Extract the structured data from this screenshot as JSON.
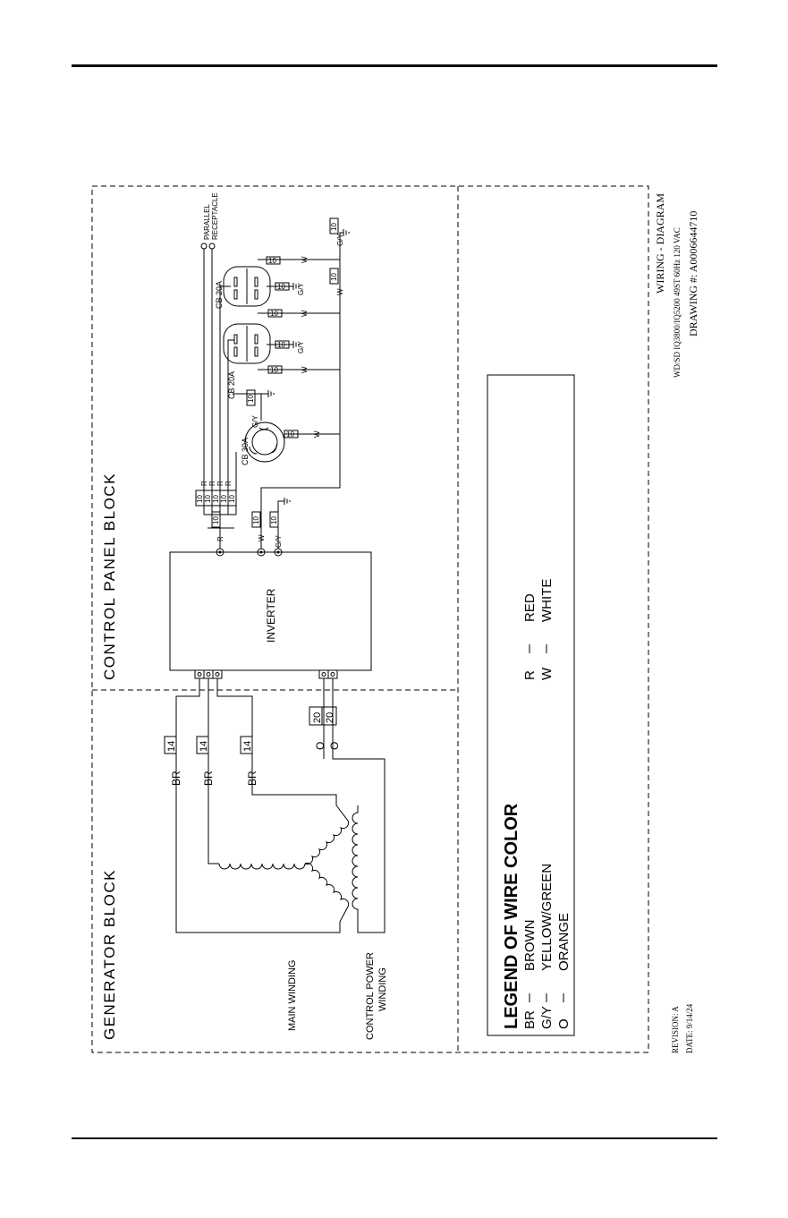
{
  "diagram": {
    "generator_block": "GENERATOR BLOCK",
    "control_panel_block": "CONTROL PANEL BLOCK",
    "inverter": "INVERTER",
    "main_winding": "MAIN WINDING",
    "control_power_winding_1": "CONTROL POWER",
    "control_power_winding_2": "WINDING",
    "parallel_receptacle_1": "PARALLEL",
    "parallel_receptacle_2": "RECEPTACLE",
    "cb_30a": "CB 30A",
    "cb_20a_a": "CB 20A",
    "cb_20a_b": "CB 20A",
    "gauge_14": "14",
    "gauge_20": "20",
    "gauge_10": "10",
    "wire_br": "BR",
    "wire_o": "O",
    "wire_r": "R",
    "wire_w": "W",
    "wire_gy": "G/Y"
  },
  "legend": {
    "title": "LEGEND OF WIRE COLOR",
    "rows": [
      {
        "code": "BR",
        "name": "BROWN"
      },
      {
        "code": "G/Y",
        "name": "YELLOW/GREEN"
      },
      {
        "code": "O",
        "name": "ORANGE"
      },
      {
        "code": "R",
        "name": "RED"
      },
      {
        "code": "W",
        "name": "WHITE"
      }
    ]
  },
  "title_block": {
    "title": "WIRING - DIAGRAM",
    "model": "WD/SD IQ3800/IQ5200 49ST 60Hz 120 VAC",
    "drawing": "DRAWING #: A0006644710",
    "revision": "REVISION: A",
    "date": "DATE: 9/14/24"
  }
}
